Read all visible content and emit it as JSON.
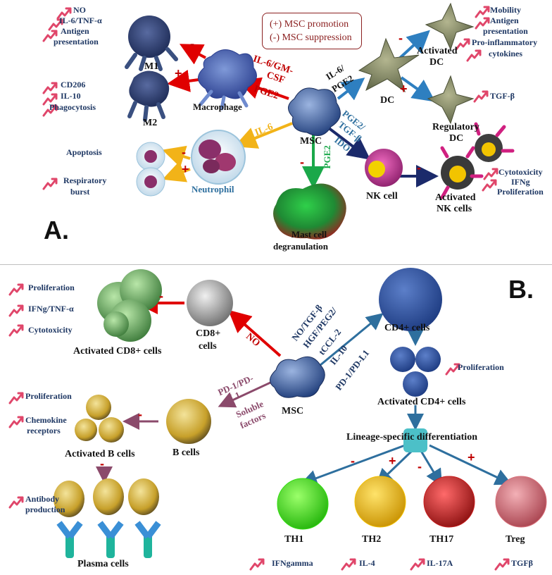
{
  "legend": {
    "promotion": "(+) MSC promotion",
    "suppression": "(-) MSC suppression"
  },
  "panel_a": {
    "label": "A.",
    "msc": "MSC",
    "macrophage": "Macrophage",
    "m1": "M1",
    "m2": "M2",
    "m1_effects": [
      "NO",
      "IL-6/TNF-α",
      "Antigen",
      "presentation"
    ],
    "m2_effects": [
      "CD206",
      "IL-10",
      "Phagocytosis"
    ],
    "mac_mediators": [
      "IL-6/GM-",
      "CSF",
      "PGE2"
    ],
    "neutrophil": "Neutrophil",
    "neut_mediator": "IL-6",
    "apoptosis": "Apoptosis",
    "resp_burst": [
      "Respiratory",
      "burst"
    ],
    "mast": [
      "Mast cell",
      "degranulation"
    ],
    "mast_mediator": "PGE2",
    "dc": "DC",
    "dc_mediator": [
      "IL-6/",
      "PGE2"
    ],
    "activated_dc": [
      "Activated",
      "DC"
    ],
    "activated_dc_effects": [
      "Mobility",
      "Antigen",
      "presentation",
      "Pro-inflammatory",
      "cytokines"
    ],
    "regulatory_dc": [
      "Regulatory",
      "DC"
    ],
    "regulatory_dc_effects": [
      "TGF-β"
    ],
    "nk_mediator": [
      "PGE2/",
      "TGF-β",
      "IDO"
    ],
    "nk": "NK cell",
    "activated_nk": [
      "Activated",
      "NK cells"
    ],
    "nk_effects": [
      "Cytotoxicity",
      "IFNg",
      "Proliferation"
    ],
    "signs": {
      "minus": "-",
      "plus": "+"
    }
  },
  "panel_b": {
    "label": "B.",
    "msc": "MSC",
    "cd8": [
      "CD8+",
      "cells"
    ],
    "no_mediator": "NO",
    "activated_cd8": "Activated CD8+ cells",
    "cd8_effects": [
      "Proliferation",
      "IFNg/TNF-α",
      "Cytotoxicity"
    ],
    "cd4_mediators": [
      "NO/TGF-β",
      "HGF/PEG2/",
      "tCCL-2",
      "IL-10",
      "PD-1/PD-L1"
    ],
    "cd4": "CD4+ cells",
    "activated_cd4": "Activated CD4+ cells",
    "cd4_effects": [
      "Proliferation"
    ],
    "lineage": "Lineage-specific differentiation",
    "b_mediators": [
      "PD-1/PD-",
      "L1",
      "Soluble",
      "factors"
    ],
    "b_cells": "B cells",
    "activated_b": "Activated B cells",
    "b_effects": [
      "Proliferation",
      "Chemokine",
      "receptors"
    ],
    "plasma": "Plasma cells",
    "plasma_effects": [
      "Antibody",
      "production"
    ],
    "th": [
      {
        "name": "TH1",
        "effect": "IFNgamma",
        "color": "#33dd11"
      },
      {
        "name": "TH2",
        "effect": "IL-4",
        "color": "#f2c000"
      },
      {
        "name": "TH17",
        "effect": "IL-17A",
        "color": "#c81e1e"
      },
      {
        "name": "Treg",
        "effect": "TGFβ",
        "color": "#d9707a"
      }
    ]
  },
  "colors": {
    "red_arrow": "#e00000",
    "blue_arrow": "#2e7fc0",
    "navy_arrow": "#1b2a6b",
    "yellow_arrow": "#f2b318",
    "green_arrow": "#1aa84a",
    "mauve_arrow": "#8b4a6b",
    "teal_arrow": "#2e6f9e",
    "text_navy": "#1f3864",
    "msc_blue": "#3f5f9a",
    "node_teal": "#4cc0c8"
  }
}
